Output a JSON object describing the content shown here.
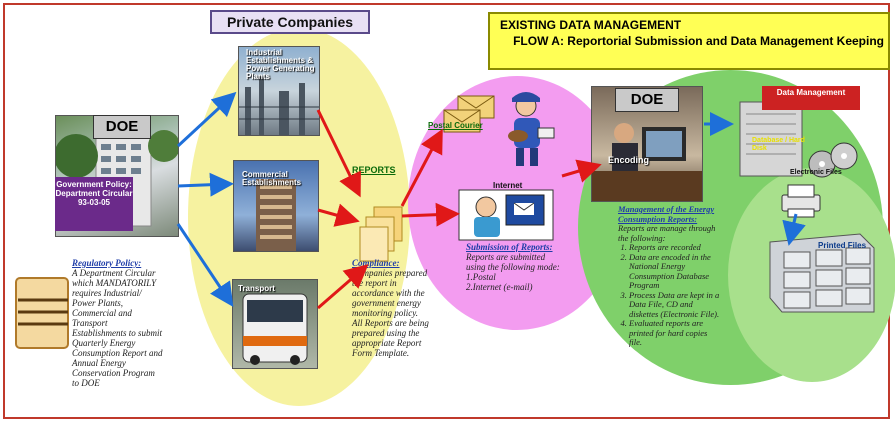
{
  "header": {
    "private_companies": "Private Companies",
    "existing": "EXISTING DATA MANAGEMENT",
    "flow": "FLOW A: Reportorial Submission and Data Management Keeping"
  },
  "doe_left": {
    "tag": "DOE",
    "policy_line1": "Government Policy:",
    "policy_line2": "Department Circular",
    "policy_line3": "93-03-05"
  },
  "regulatory": {
    "title": "Regulatory Policy:",
    "body": "A Department Circular which MANDATORILY requires Industrial/ Power Plants, Commercial and Transport Establishments to submit Quarterly Energy Consumption Report and Annual Energy Conservation Program to DOE"
  },
  "companies": {
    "industrial": "Industrial Establishments & Power Generating Plants",
    "commercial": "Commercial Establishments",
    "transport": "Transport"
  },
  "reports_label": "REPORTS",
  "compliance": {
    "title": "Compliance:",
    "body1": "Companies prepared the report in accordance with the government energy monitoring policy.",
    "body2": "All Reports are being prepared using the appropriate Report Form Template."
  },
  "submission": {
    "postal": "Postal Courier",
    "internet": "Internet",
    "title": "Submission of Reports:",
    "body": "Reports are submitted using the following mode:",
    "mode1": "1.Postal",
    "mode2": "2.Internet (e-mail)"
  },
  "doe_right": {
    "tag": "DOE",
    "encoding": "Encoding",
    "data_management": "Data Management",
    "database": "Database / Hard Disk",
    "electronic_files": "Electronic Files",
    "printed_files": "Printed Files"
  },
  "management": {
    "title": "Management of the Energy Consumption Reports:",
    "intro": "Reports are manage through the following:",
    "steps": [
      "Reports are recorded",
      "Data are encoded in the National Energy Consumption Database Program",
      "Process Data are kept in a Data File, CD and diskettes (Electronic File).",
      "Evaluated reports are printed for hard copies file."
    ]
  },
  "colors": {
    "yellow_ellipse": "#f6f2a0",
    "pink_ellipse": "#f39cf0",
    "green_ellipse": "#7fd06a",
    "title_bg": "#ffff55",
    "arrow_blue": "#1e6fd9",
    "arrow_red": "#e01818"
  },
  "icons": [
    "building-photo",
    "refinery-photo",
    "tower-photo",
    "bus-photo",
    "envelope-icon",
    "mail-carrier-icon",
    "computer-user-icon",
    "office-worker-photo",
    "server-icon",
    "cd-icon",
    "printer-icon",
    "file-cabinet-icon",
    "document-stack-icon",
    "scroll-icon"
  ]
}
